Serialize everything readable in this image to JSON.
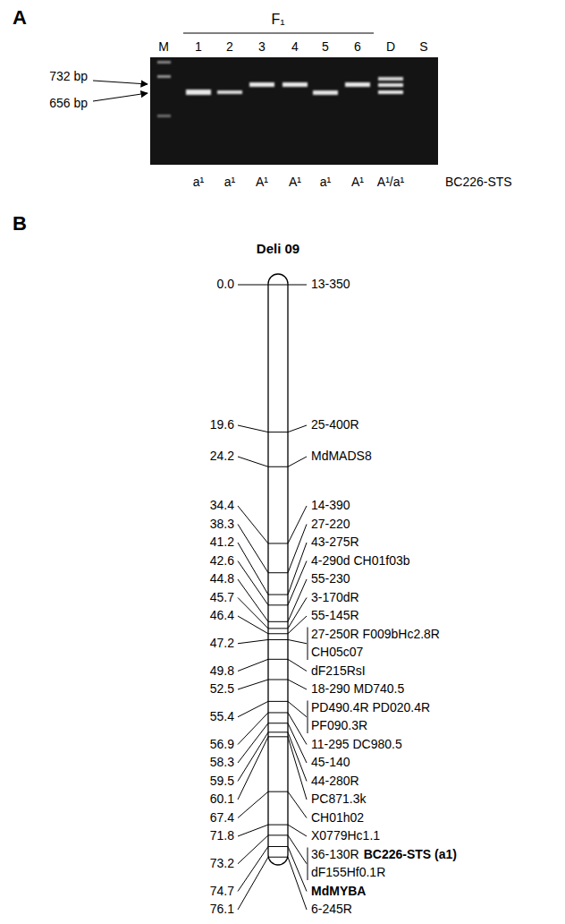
{
  "diagram": {
    "labels": [
      "A",
      "F₁",
      "M",
      "1",
      "2",
      "3",
      "4",
      "5",
      "6",
      "D",
      "S",
      "732 bp",
      "656 bp",
      "a¹",
      "a¹",
      "A¹",
      "A¹",
      "a¹",
      "A¹",
      "A¹/a¹",
      "BC226-STS",
      "B",
      "Deli 09",
      "0.0",
      "13-350",
      "19.6",
      "25-400R",
      "24.2",
      "MdMADS8",
      "34.4",
      "14-390",
      "38.3",
      "27-220",
      "41.2",
      "43-275R",
      "42.6",
      "4-290d CH01f03b",
      "44.8",
      "55-230",
      "45.7",
      "3-170dR",
      "46.4",
      "55-145R",
      "47.2",
      "27-250R F009bHc2.8R",
      "CH05c07",
      "49.8",
      "dF215RsI",
      "52.5",
      "18-290 MD740.5",
      "55.4",
      "PD490.4R PD020.4R",
      "PF090.3R",
      "56.9",
      "11-295 DC980.5",
      "58.3",
      "45-140",
      "59.5",
      "44-280R",
      "60.1",
      "PC871.3k",
      "67.4",
      "CH01h02",
      "71.8",
      "X0779Hc1.1",
      "73.2",
      "36-130R",
      "BC226-STS (a1)",
      "dF155Hf0.1R",
      "74.7",
      "MdMYBA",
      "76.1",
      "6-245R"
    ]
  }
}
